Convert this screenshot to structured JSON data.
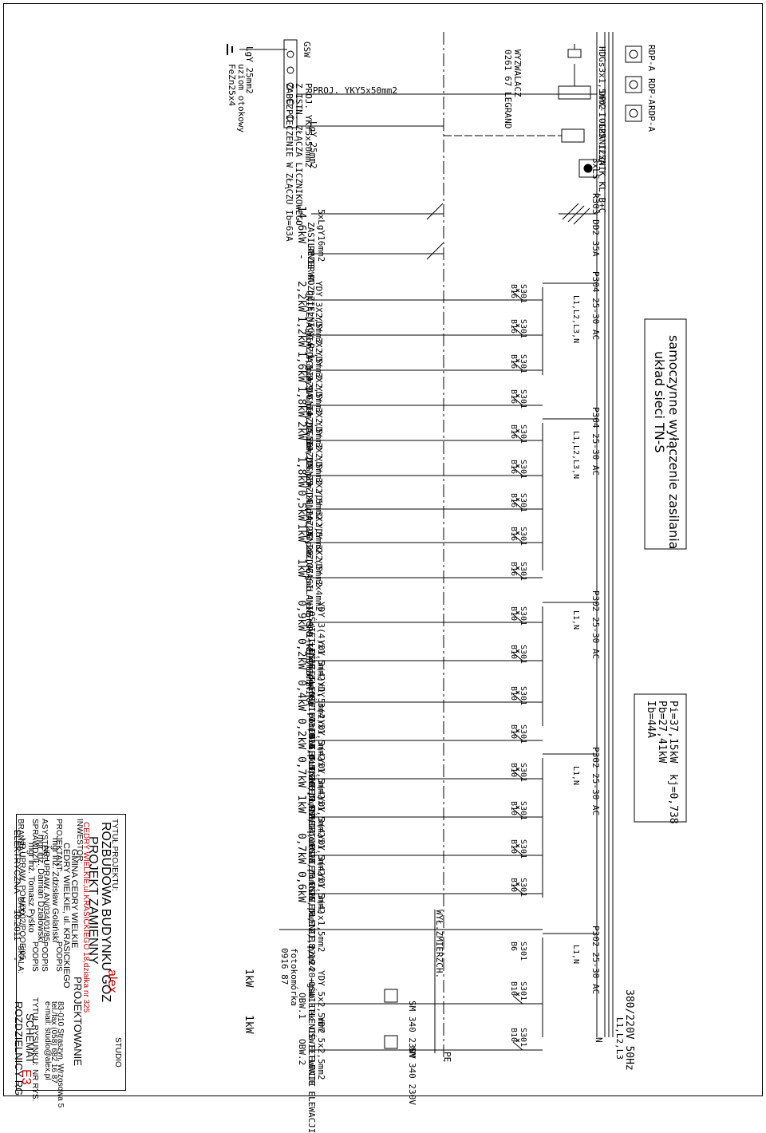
{
  "supply_left": {
    "ground_cable": "LgY 25mm2",
    "earth_electrode_1": "uziom otokowy",
    "earth_electrode_2": "FeZn25x4",
    "gsw": "GSW",
    "proj_cable": "PROJ. YKY5x50mm2",
    "from_conn": "Z ISTN. ZŁĄCZA LICZNIKOWEGO",
    "fuse": "ZABEZPIECZENIE W ZŁĄCZU Ib=63A",
    "ground_cable_2": "LgY 25mm2"
  },
  "supply_right": {
    "trip_cable": "HDGs3x1,5mm2",
    "trip_label": "WYZWALACZ",
    "trip_part": "0261 67 LEGRAND",
    "main_switch": "DPX-I-125 125A",
    "surge": "OGRANICZNIK KL.B+C",
    "lamps": "3xLS",
    "main_rcd": "R303 DD2 35A",
    "rdp1": "RDP-A",
    "rdp2": "RDP-A",
    "rdp3": "RDP-A"
  },
  "feeder": {
    "power": "14,6kW",
    "dash": "-",
    "cable": "5xLgY16mm2",
    "desc": "ZASILANIE ROZDZIELNICY R-1",
    "reserve": "REZERWA"
  },
  "rcd_labels": {
    "p304": "P304 25-30 AC",
    "p304_ph": "L1,L2,L3,N",
    "p302": "P302 25-30 AC",
    "p302_ph": "L1,N"
  },
  "socket_circuits": [
    {
      "power": "2,2kW",
      "cable": "YDY 3X2,5mm2",
      "desc": "GNIAZDA pom.3,5,8,9",
      "mcb": "S301",
      "rating": "B16"
    },
    {
      "power": "1,2kW",
      "cable": "YDY 3X2,5mm2",
      "desc": "GNIAZDA pom.10,14,21,26",
      "mcb": "S301",
      "rating": "B16"
    },
    {
      "power": "1,6kW",
      "cable": "YDY 3X2,5mm2",
      "desc": "GNIAZDA pom.15,16,21",
      "mcb": "S301",
      "rating": "B16"
    },
    {
      "power": "1,8kW",
      "cable": "YDY 3X2,5mm2",
      "desc": "GNIAZDA pom.19,25",
      "mcb": "S301",
      "rating": "B16"
    },
    {
      "power": "2kW",
      "cable": "YDY 3X2,5mm2",
      "desc": "GNIAZDA pom.23,24,25",
      "mcb": "S301",
      "rating": "B16"
    },
    {
      "power": "1,8kW",
      "cable": "YDY 3X2,5mm2",
      "desc": "GNIAZDA pom.20,22",
      "mcb": "S301",
      "rating": "B16"
    },
    {
      "power": "0,5kW",
      "cable": "YDY 3X2,5mm2",
      "desc": "GNIAZDA pom.06",
      "mcb": "S301",
      "rating": "B16"
    },
    {
      "power": "1kW",
      "cable": "YDY 3X2,5mm2",
      "desc": "GNIAZDA gab lekarski+korytarz",
      "mcb": "S301",
      "rating": "B16"
    },
    {
      "power": "1kW",
      "cable": "YDY 3x4mm2",
      "desc": "ZASILANIE GPD-TELETECHNIKA",
      "mcb": "S301",
      "rating": "B16"
    }
  ],
  "light_circuits": [
    {
      "power": "0,9kW",
      "cable": "YDY 3(4)x1,5mm2",
      "desc": "OŚWIETLENIE pom.0.1,03,0.4,0.5,0.8,0.9",
      "mcb": "S301",
      "rating": "B10"
    },
    {
      "power": "0,2kW",
      "cable": "YDY 3(4)x1,5mm2",
      "desc": "OŚWIETLENIE pom.0.6,0.7",
      "mcb": "S301",
      "rating": "B10"
    },
    {
      "power": "0,4kW",
      "cable": "YDY 3(4)x1,5mm2",
      "desc": "OŚWIETLENIE pom.10,11,12,14,16",
      "mcb": "S301",
      "rating": "B10"
    },
    {
      "power": "0,2kW",
      "cable": "YDY 3(4)x1,5mm2",
      "desc": "OŚWIETLENIE pom.0.2",
      "mcb": "S301",
      "rating": "B10"
    },
    {
      "power": "0,7kW",
      "cable": "YDY 3(4)x1,5mm2",
      "desc": "OŚWIETLENIE pom.23,25",
      "mcb": "S301",
      "rating": "B10"
    },
    {
      "power": "1kW",
      "cable": "YDY 3(4)x1,5mm2",
      "desc": "OŚWIETLENIE pom.15,16,17,18,19",
      "mcb": "S301",
      "rating": "B10"
    },
    {
      "power": "0,7kW",
      "cable": "YDY 3(4)x1,5mm2",
      "desc": "OŚWIETLENIE pom.21,22,24",
      "mcb": "S301",
      "rating": "B10"
    },
    {
      "power": "0,6kW",
      "cable": "YDY 3(4)x1,5mm2",
      "desc": "OŚWIETLENIE pom.20+gab.lek",
      "mcb": "S301",
      "rating": "B10"
    }
  ],
  "facade": {
    "twilight": "WYŁ.ZMIERZCH.",
    "photocell": "fotokomórka",
    "photocell_no": "0916 87",
    "photo_mcb": "S301",
    "photo_rating": "B6",
    "pe": "PE",
    "n": "N",
    "circuits": [
      {
        "power": "1kW",
        "cable": "YDY 5x2,5mm2",
        "desc": "OŚWIETLENIE ELEWACJI",
        "sub": "OBW.1",
        "contactor": "SM 340 230V",
        "mcb": "S301",
        "rating": "B10"
      },
      {
        "power": "1kW",
        "cable": "YDY 5x2,5mm2",
        "desc": "OŚWIETLENIE ELEWACJI",
        "sub": "OBW.2",
        "contactor": "SM 340 230V",
        "mcb": "S301",
        "rating": "B10"
      }
    ]
  },
  "notes": {
    "auto_off_1": "samoczynne wyłączenie zasilania",
    "auto_off_2": "układ sieci TN-S",
    "pi": "Pi=37,15kW",
    "kj": "kj=0,738",
    "pb": "Pb=27,41kW",
    "ib": "Ib=44A",
    "voltage": "380/220V 50Hz",
    "phases": "L1,L2,L3"
  },
  "titleblock": {
    "title_label": "TYTUŁ PROJEKTU:",
    "title_1": "ROZBUDOWA BUDYNKU GOZ",
    "title_2": "PROJEKT ZAMIENNY",
    "address": "CEDRY WIELKIE,ul.KRASICKIEGO 18,działka nr 325",
    "investor_label": "INWESTOR:",
    "investor_1": "GMINA CEDRY WIELKIE",
    "investor_2": "CEDRY WIELKIE, ul. KRASICKIEGO",
    "designer_label": "PROJEKTANT:",
    "designer_name": "mgr inż. Zdzisław Golański",
    "designer_perm": "NR UPRAW. AN/034/01/85",
    "sign_label_1": "PODPIS",
    "assistant_label": "ASYSTENT:",
    "assistant_name": "mgr inż. Damian Działowski",
    "sign_label_2": "PODPIS",
    "checker_label": "SPRAWDZIŁ:",
    "checker_name": "mgr inż. Tomasz Pyśko",
    "checker_perm": "NR UPRAW. POM/0002/POOE/05",
    "sign_label_3": "PODPIS",
    "branch_label": "BRANŻA:",
    "branch": "ELEKTRYCZNA",
    "date_label": "DATA:",
    "date": "10.2011",
    "scale_label": "SKALA:",
    "scale": "-",
    "sheet_title_label": "TYTUŁ RYSUNKU:",
    "sheet_title_1": "SCHEMAT",
    "sheet_title_2": "ROZDZIELNICY RG",
    "sheet_no_label": "NR RYS.",
    "sheet_no": "E3",
    "logo": "alex",
    "studio": "STUDIO",
    "projektowanie": "PROJEKTOWANIE",
    "studio_addr": "83-010 Straszyn, Wrzosowa 5",
    "studio_tel": "tel./fax (058) 682 16 87",
    "studio_mail": "e-mail: studio@alex.pl"
  }
}
